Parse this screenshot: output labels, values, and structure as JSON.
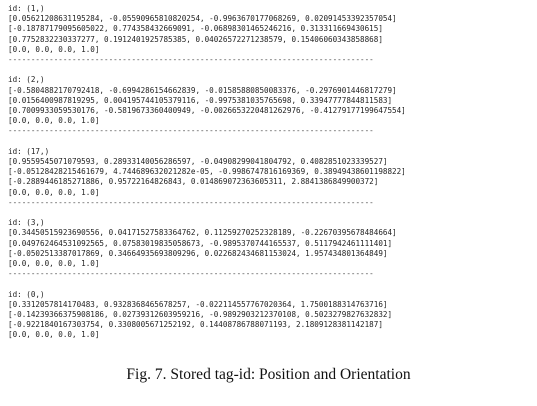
{
  "blocks": [
    {
      "id_line": "id: (1,)",
      "rows": [
        "[0.05621208631195284, -0.05590965810820254, -0.9963670177068269, 0.02091453392357054]",
        "[-0.18787179095605022, 0.774358432669091, -0.06898301465246216, 0.313311669430615]",
        "[0.7752832230337277, 0.1912401925785385, 0.04026572271238579, 0.15406060343858868]",
        "[0.0, 0.0, 0.0, 1.0]"
      ]
    },
    {
      "id_line": "id: (2,)",
      "rows": [
        "[-0.5804882170792418, -0.6994286154662839, -0.01585880850083376, -0.2976901446817279]",
        "[0.0156400987819295, 0.004195744105379116, -0.9975381035765698, 0.33947777844811583]",
        "[0.7009933059530176, -0.5819673360400949, -0.0026653220481262976, -0.41279177199647554]",
        "[0.0, 0.0, 0.0, 1.0]"
      ]
    },
    {
      "id_line": "id: (17,)",
      "rows": [
        "[0.9559545071079593, 0.28933140056286597, -0.04908299041804792, 0.4082851023339527]",
        "[-0.05128428215461679, 4.744689632021282e-05, -0.9986747816169369, 0.38949438601198822]",
        "[-0.2889446185271886, 0.95722164826843, 0.014869072363605311, 2.8841386849900372]",
        "[0.0, 0.0, 0.0, 1.0]"
      ]
    },
    {
      "id_line": "id: (3,)",
      "rows": [
        "[0.34450515923690556, 0.04171527583364762, 0.11259270252328189, -0.22670395678484664]",
        "[0.049762464531092565, 0.07583019835058673, -0.9895370744165537, 0.5117942461111401]",
        "[-0.0502513387017869, 0.34664935693809296, 0.022682434681153024, 1.957434801364849]",
        "[0.0, 0.0, 0.0, 1.0]"
      ]
    },
    {
      "id_line": "id: (0,)",
      "rows": [
        "[0.3312057814170483, 0.9328368465678257, -0.022114557767020364, 1.7500188314763716]",
        "[-0.14239366375908186, 0.02739312603959216, -0.9892903212370108, 0.5023279827632832]",
        "[-0.9221840167303754, 0.3308005671252192, 0.14408786788071193, 2.1809128381142187]",
        "[0.0, 0.0, 0.0, 1.0]"
      ]
    }
  ],
  "separator": "--------------------------------------------------------------------------------",
  "caption": "Fig. 7.   Stored tag-id: Position and Orientation"
}
